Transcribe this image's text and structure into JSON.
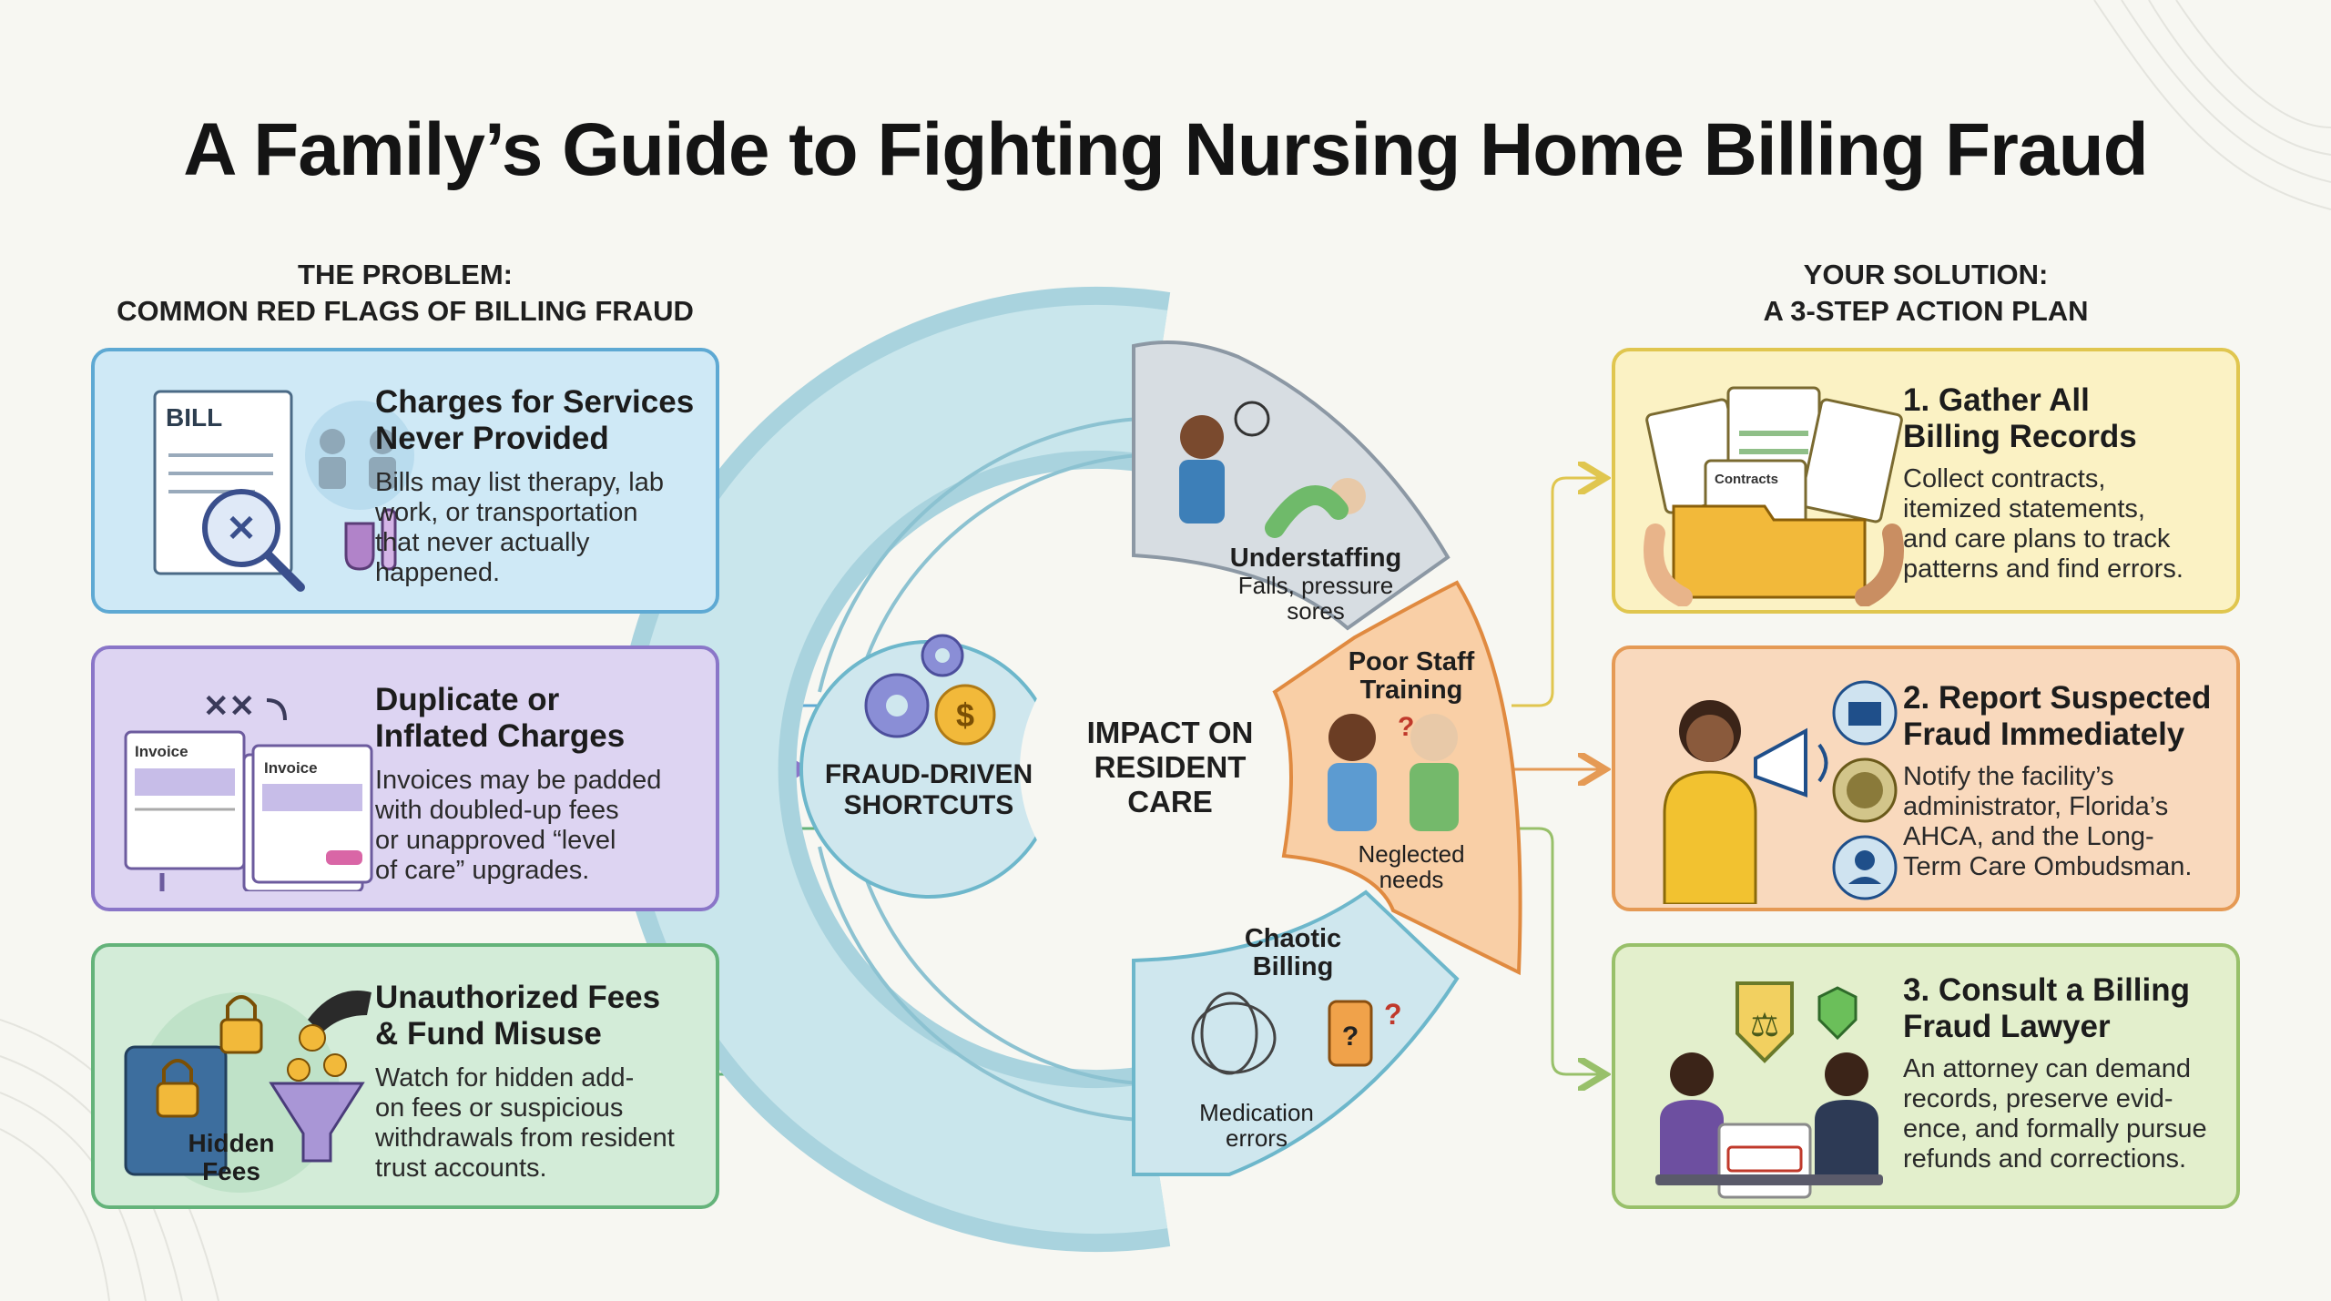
{
  "title": "A Family’s Guide to Fighting Nursing Home Billing Fraud",
  "problem": {
    "heading_line1": "THE PROBLEM:",
    "heading_line2": "COMMON RED FLAGS OF BILLING FRAUD",
    "cards": [
      {
        "title_line1": "Charges for Services",
        "title_line2": "Never Provided",
        "body": [
          "Bills may list therapy, lab",
          "work, or transportation",
          "that never actually",
          "happened."
        ],
        "label": "BILL"
      },
      {
        "title_line1": "Duplicate or",
        "title_line2": "Inflated Charges",
        "body": [
          "Invoices may be padded",
          "with doubled-up fees",
          "or unapproved “level",
          "of care” upgrades."
        ],
        "label1": "Invoice",
        "label2": "Invoice"
      },
      {
        "title_line1": "Unauthorized Fees",
        "title_line2": "& Fund Misuse",
        "body": [
          "Watch for hidden add-",
          "on fees or suspicious",
          "withdrawals from resident",
          "trust accounts."
        ],
        "label1": "Hidden",
        "label2": "Fees"
      }
    ]
  },
  "center": {
    "hub_line1": "FRAUD-DRIVEN",
    "hub_line2": "SHORTCUTS",
    "impact_line1": "IMPACT ON",
    "impact_line2": "RESIDENT",
    "impact_line3": "CARE",
    "segments": [
      {
        "title": "Understaffing",
        "sub1": "Falls, pressure",
        "sub2": "sores"
      },
      {
        "title1": "Poor Staff",
        "title2": "Training",
        "sub1": "Neglected",
        "sub2": "needs"
      },
      {
        "title1": "Chaotic",
        "title2": "Billing",
        "sub1": "Medication",
        "sub2": "errors"
      }
    ]
  },
  "solution": {
    "heading_line1": "YOUR SOLUTION:",
    "heading_line2": "A 3-STEP ACTION PLAN",
    "cards": [
      {
        "title_line1": "1. Gather All",
        "title_line2": "Billing Records",
        "body": [
          "Collect contracts,",
          "itemized statements,",
          "and care plans to track",
          "patterns and find errors."
        ],
        "doc1": "Contracts"
      },
      {
        "title_line1": "2. Report Suspected",
        "title_line2": "Fraud Immediately",
        "body": [
          "Notify the facility’s",
          "administrator, Florida’s",
          "AHCA, and the Long-",
          "Term Care Ombudsman."
        ]
      },
      {
        "title_line1": "3. Consult a Billing",
        "title_line2": "Fraud Lawyer",
        "body": [
          "An attorney can demand",
          "records, preserve evid-",
          "ence, and formally pursue",
          "refunds and corrections."
        ]
      }
    ]
  },
  "colors": {
    "blue": "#cfe9f6",
    "purple": "#ddd4f2",
    "green": "#d3ecd8",
    "yellow": "#fbf2c4",
    "orange": "#f9d9bd",
    "light_green": "#e3efcc",
    "ring": "#a9d3de",
    "gray_segment": "#d7dde2"
  }
}
